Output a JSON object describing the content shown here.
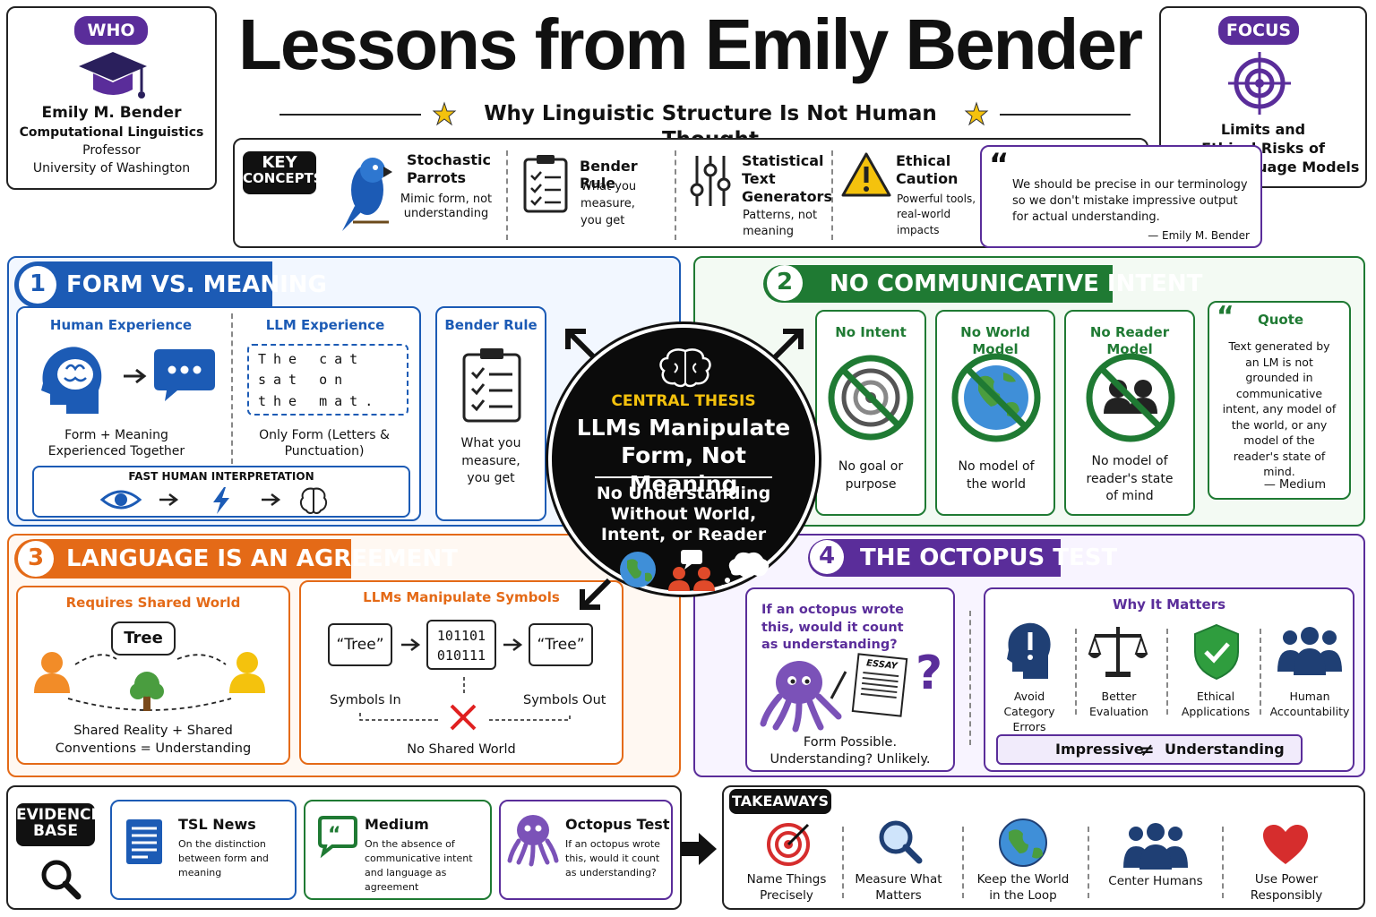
{
  "title": "Lessons from Emily Bender",
  "subtitle": "Why Linguistic Structure Is Not Human Thought",
  "who": {
    "badge": "WHO",
    "name": "Emily M. Bender",
    "role": "Computational Linguistics",
    "position": "Professor",
    "affiliation": "University of Washington"
  },
  "focus": {
    "badge": "FOCUS",
    "line1": "Limits and",
    "line2": "Ethical Risks of",
    "line3": "Large Language Models"
  },
  "key_concepts": {
    "label_1": "KEY",
    "label_2": "CONCEPTS",
    "items": [
      {
        "title": "Stochastic Parrots",
        "desc": "Mimic form, not understanding"
      },
      {
        "title": "Bender Rule",
        "desc": "What you measure, you get"
      },
      {
        "title": "Statistical Text Generators",
        "desc": "Patterns, not meaning"
      },
      {
        "title": "Ethical Caution",
        "desc": "Powerful tools, real-world impacts"
      }
    ],
    "quote": "We should be precise in our terminology so we don't mistake impressive output for actual understanding.",
    "quote_author": "— Emily M. Bender"
  },
  "s1": {
    "num": "1",
    "title": "FORM VS. MEANING",
    "human_title": "Human Experience",
    "human_caption": "Form + Meaning Experienced Together",
    "llm_title": "LLM Experience",
    "llm_text": "The cat sat on the mat.",
    "llm_caption": "Only Form (Letters & Punctuation)",
    "fast": "FAST HUMAN INTERPRETATION",
    "rule_title": "Bender Rule",
    "rule_caption": "What you measure, you get"
  },
  "center": {
    "label": "CENTRAL THESIS",
    "main": "LLMs Manipulate Form, Not Meaning",
    "sub": "No Understanding Without World, Intent, or Reader"
  },
  "s2": {
    "num": "2",
    "title": "NO COMMUNICATIVE INTENT",
    "cards": [
      {
        "title": "No Intent",
        "caption": "No goal or purpose"
      },
      {
        "title": "No World Model",
        "caption": "No model of the world"
      },
      {
        "title": "No Reader Model",
        "caption": "No model of reader's state of mind"
      }
    ],
    "quote_title": "Quote",
    "quote": "Text generated by an LM is not grounded in communicative intent, any model of the world, or any model of the reader's state of mind.",
    "quote_source": "— Medium"
  },
  "s3": {
    "num": "3",
    "title": "LANGUAGE IS AN AGREEMENT",
    "left_title": "Requires Shared World",
    "bubble": "Tree",
    "left_caption": "Shared Reality + Shared Conventions = Understanding",
    "right_title": "LLMs Manipulate Symbols",
    "sym_in": "“Tree”",
    "binary_1": "101101",
    "binary_2": "010111",
    "sym_out": "“Tree”",
    "label_in": "Symbols In",
    "label_out": "Symbols Out",
    "no_world": "No Shared World"
  },
  "s4": {
    "num": "4",
    "title": "THE OCTOPUS TEST",
    "question": "If an octopus wrote this, would it count as understanding?",
    "essay": "ESSAY",
    "caption_1": "Form Possible.",
    "caption_2": "Understanding? Unlikely.",
    "why_title": "Why It Matters",
    "items": [
      "Avoid Category Errors",
      "Better Evaluation",
      "Ethical Applications",
      "Human Accountability"
    ],
    "impressive": "Impressive",
    "neq": "≠",
    "understanding": "Understanding"
  },
  "evidence": {
    "label_1": "EVIDENCE",
    "label_2": "BASE",
    "items": [
      {
        "title": "TSL News",
        "desc": "On the distinction between form and meaning"
      },
      {
        "title": "Medium",
        "desc": "On the absence of communicative intent and language as agreement"
      },
      {
        "title": "Octopus Test",
        "desc": "If an octopus wrote this, would it count as understanding?"
      }
    ]
  },
  "takeaways": {
    "label": "TAKEAWAYS",
    "items": [
      "Name Things Precisely",
      "Measure What Matters",
      "Keep the World in the Loop",
      "Center Humans",
      "Use Power Responsibly"
    ]
  },
  "colors": {
    "blue": "#1c5bb5",
    "green": "#1f7a33",
    "orange": "#e46a17",
    "purple": "#5a2d9a"
  }
}
